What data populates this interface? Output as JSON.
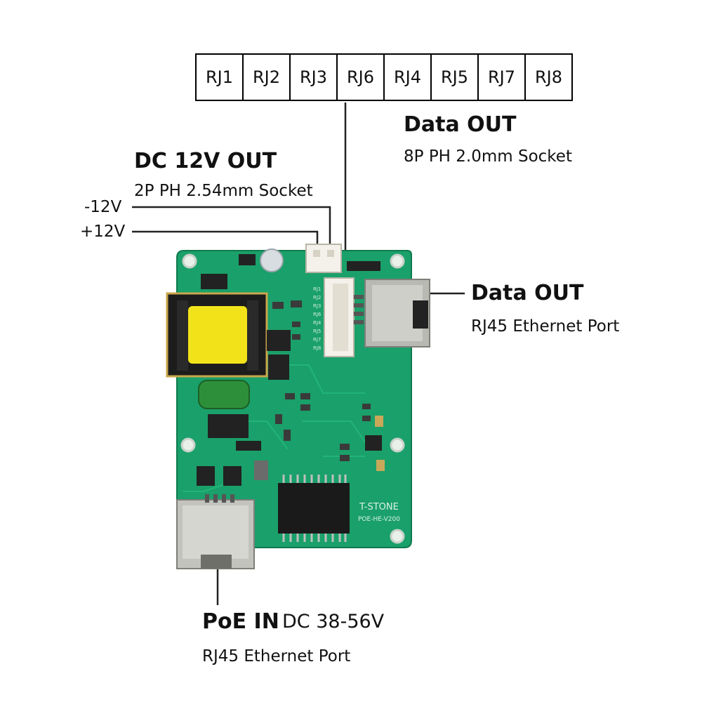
{
  "pin_header": {
    "labels": [
      "RJ1",
      "RJ2",
      "RJ3",
      "RJ6",
      "RJ4",
      "RJ5",
      "RJ7",
      "RJ8"
    ]
  },
  "data_out_socket": {
    "title": "Data OUT",
    "subtitle": "8P PH 2.0mm Socket"
  },
  "dc_out": {
    "title": "DC 12V OUT",
    "subtitle": "2P PH 2.54mm Socket",
    "neg_label": "-12V",
    "pos_label": "+12V"
  },
  "data_out_port": {
    "title": "Data OUT",
    "subtitle": "RJ45 Ethernet Port"
  },
  "poe_in": {
    "title": "PoE IN",
    "voltage": "DC 38-56V",
    "subtitle": "RJ45 Ethernet Port"
  },
  "board": {
    "brand": "T-STONE",
    "model": "POE-HE-V200",
    "silk_rj": [
      "RJ1",
      "RJ2",
      "RJ3",
      "RJ6",
      "RJ4",
      "RJ5",
      "RJ7",
      "RJ8"
    ],
    "pcb_color": "#1aa06a",
    "transformer_color": "#f2e21a"
  }
}
